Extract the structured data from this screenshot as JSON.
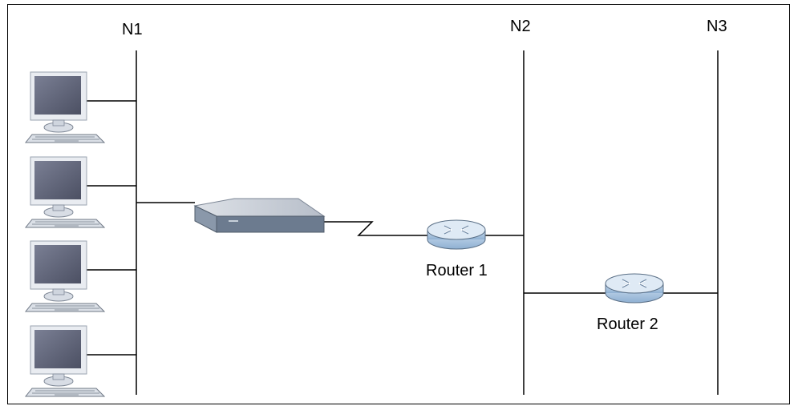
{
  "networks": {
    "n1": "N1",
    "n2": "N2",
    "n3": "N3"
  },
  "routers": {
    "router1": "Router 1",
    "router2": "Router 2"
  },
  "colors": {
    "line": "#000000",
    "monitor_body": "#e8ebef",
    "monitor_screen": "#5d6275",
    "router_body": "#b8cfe6",
    "router_top": "#dfe9f4",
    "modem_top": "#c9ced6",
    "modem_front": "#6f7f93"
  },
  "icons": {
    "computer": "desktop-computer-icon",
    "modem": "modem-device-icon",
    "router": "router-icon"
  }
}
